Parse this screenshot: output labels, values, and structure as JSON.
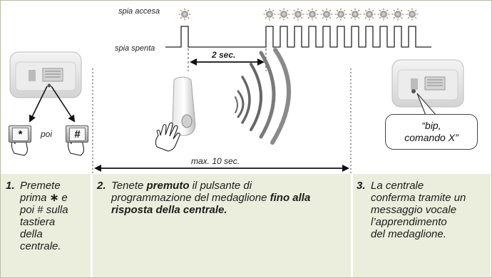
{
  "timing_diagram": {
    "label_on": "spia accesa",
    "label_off": "spia spenta",
    "interval_label": "2 sec.",
    "blink_count": 11
  },
  "range_label": "max. 10 sec.",
  "keys": {
    "star": "*",
    "connector": "poi",
    "hash": "#"
  },
  "speech_bubble": {
    "line1": "“bip,",
    "line2": "comando X”"
  },
  "steps": [
    {
      "number": "1.",
      "lines": [
        "Premete",
        "prima ",
        "poi # sulla",
        "tastiera",
        "della",
        "centrale."
      ],
      "star_glyph": "∗",
      "star_suffix": " e"
    },
    {
      "number": "2.",
      "pre": "Tenete ",
      "bold1": "premuto",
      "mid": " il pulsante di programmazione del medaglione ",
      "bold2": "fino alla risposta della centrale."
    },
    {
      "number": "3.",
      "lines": [
        "La centrale",
        "conferma tramite un",
        "messaggio vocale",
        "l’apprendimento",
        "del medaglione."
      ]
    }
  ],
  "colors": {
    "panel": "#eceedd",
    "border": "#b9bda4",
    "lamp": "#9c9c9c"
  }
}
